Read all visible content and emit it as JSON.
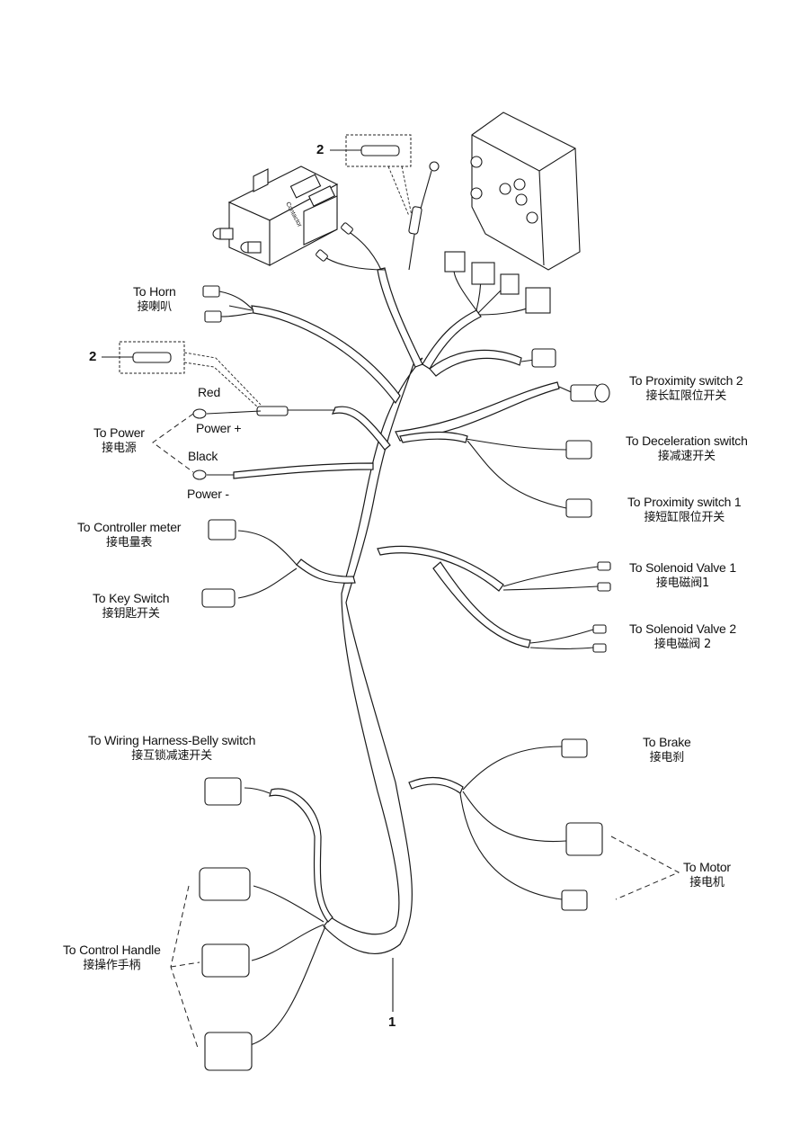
{
  "diagram": {
    "title": "Wiring harness assembly",
    "callouts": [
      {
        "id": "callout-1",
        "text": "1",
        "refers_to": "Main wiring harness"
      },
      {
        "id": "callout-2-top",
        "text": "2",
        "refers_to": "Fuse (controller power)"
      },
      {
        "id": "callout-2-left",
        "text": "2",
        "refers_to": "Fuse (power +)"
      }
    ],
    "components": {
      "contactor_text": "Contactor"
    },
    "labels": {
      "horn": {
        "en": "To Horn",
        "zh": "接喇叭"
      },
      "power": {
        "en": "To Power",
        "zh": "接电源"
      },
      "red": "Red",
      "power_plus": "Power +",
      "black": "Black",
      "power_minus": "Power -",
      "controller_meter": {
        "en": "To Controller meter",
        "zh": "接电量表"
      },
      "key_switch": {
        "en": "To Key Switch",
        "zh": "接钥匙开关"
      },
      "prox2": {
        "en": "To Proximity switch 2",
        "zh": "接长缸限位开关"
      },
      "decel": {
        "en": "To Deceleration switch",
        "zh": "接减速开关"
      },
      "prox1": {
        "en": "To Proximity switch 1",
        "zh": "接短缸限位开关"
      },
      "sol1": {
        "en": "To Solenoid Valve  1",
        "zh": "接电磁阀1"
      },
      "sol2": {
        "en": "To Solenoid Valve 2",
        "zh": "接电磁阀 2"
      },
      "belly": {
        "en": "To  Wiring Harness-Belly switch",
        "zh": "接互锁减速开关"
      },
      "brake": {
        "en": "To  Brake",
        "zh": "接电刹"
      },
      "motor": {
        "en": "To Motor",
        "zh": "接电机"
      },
      "control_handle": {
        "en": "To Control Handle",
        "zh": "接操作手柄"
      }
    }
  }
}
